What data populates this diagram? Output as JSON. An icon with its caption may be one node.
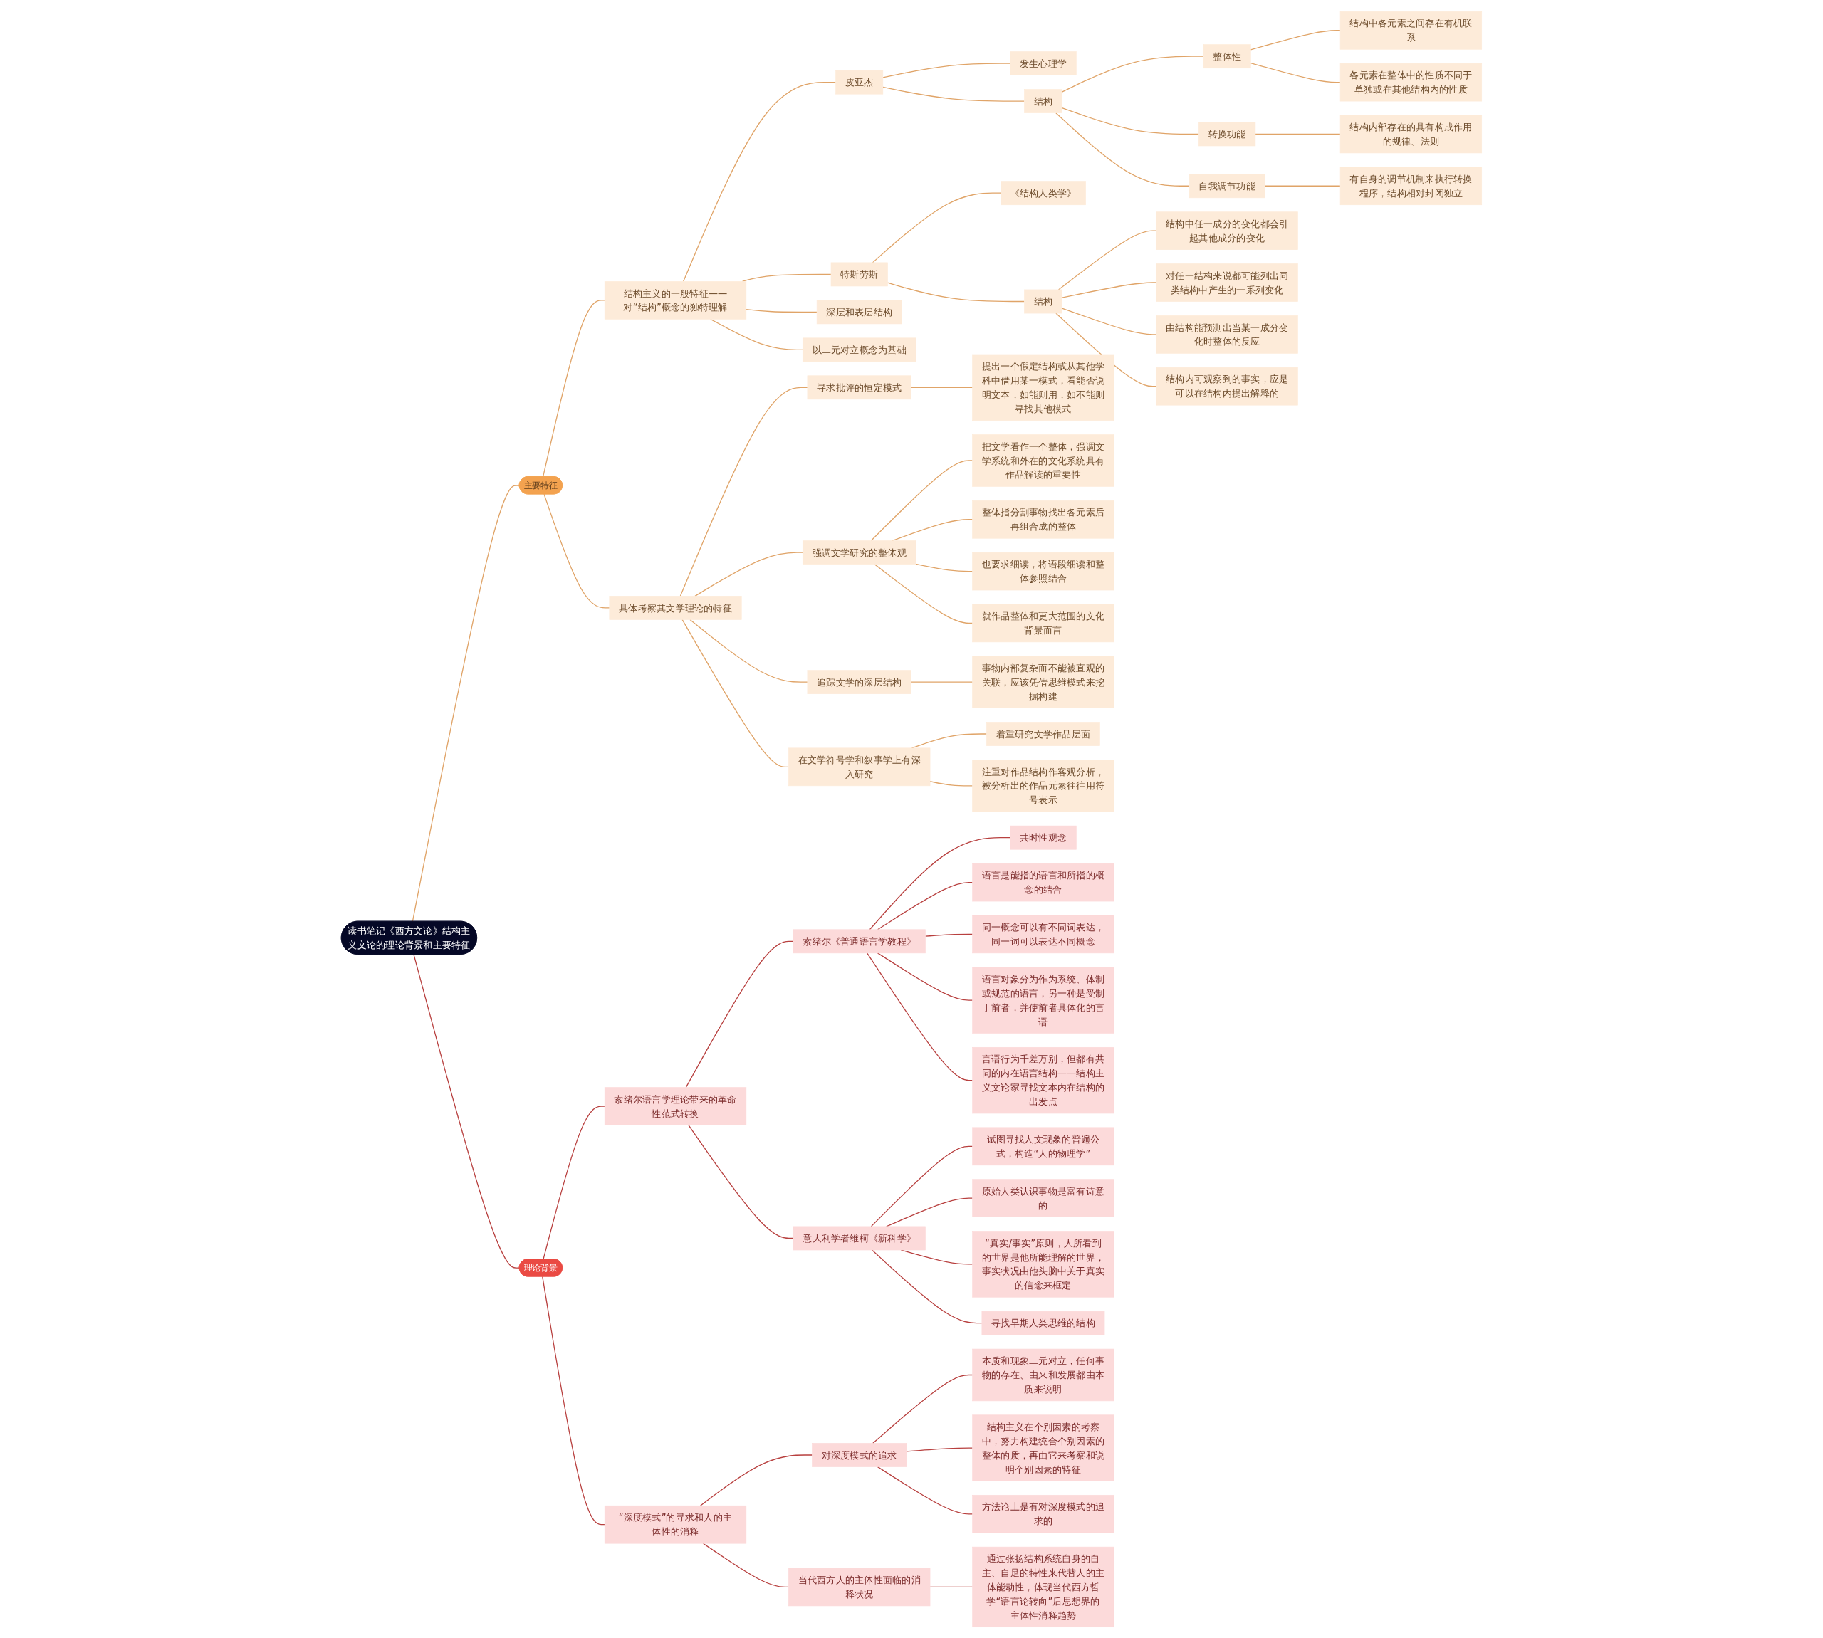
{
  "diagram": {
    "nodes": [
      {
        "text": [
          "读书笔记《西方文论》结构主义文论的理论背景和主要特征"
        ]
      },
      {
        "text": [
          "主要特征"
        ]
      },
      {
        "text": [
          "结构主义的一般特征——对“结构”概念的独特理解"
        ]
      },
      {
        "text": [
          "皮亚杰"
        ]
      },
      {
        "text": [
          "发生心理学"
        ]
      },
      {
        "text": [
          "结构"
        ]
      },
      {
        "text": [
          "整体性"
        ]
      },
      {
        "text": [
          "结构中各元素之间存在有机联系"
        ]
      },
      {
        "text": [
          "各元素在整体中的性质不同于单独或在其他结构内的性质"
        ]
      },
      {
        "text": [
          "转换功能"
        ]
      },
      {
        "text": [
          "结构内部存在的具有构成作用的规律、法则"
        ]
      },
      {
        "text": [
          "自我调节功能"
        ]
      },
      {
        "text": [
          "有自身的调节机制来执行转换程序，结构相对封闭独立"
        ]
      },
      {
        "text": [
          "特斯劳斯"
        ]
      },
      {
        "text": [
          "《结构人类学》"
        ]
      },
      {
        "text": [
          "结构"
        ]
      },
      {
        "text": [
          "结构中任一成分的变化都会引起其他成分的变化"
        ]
      },
      {
        "text": [
          "对任一结构来说都可能列出同类结构中产生的一系列变化"
        ]
      },
      {
        "text": [
          "由结构能预测出当某一成分变化时整体的反应"
        ]
      },
      {
        "text": [
          "结构内可观察到的事实，应是可以在结构内提出解释的"
        ]
      },
      {
        "text": [
          "深层和表层结构"
        ]
      },
      {
        "text": [
          "以二元对立概念为基础"
        ]
      },
      {
        "text": [
          "具体考察其文学理论的特征"
        ]
      },
      {
        "text": [
          "寻求批评的恒定模式"
        ]
      },
      {
        "text": [
          "提出一个假定结构或从其他学科中借用某一模式，看能否说明文本，如能则用，如不能则寻找其他模式"
        ]
      },
      {
        "text": [
          "强调文学研究的整体观"
        ]
      },
      {
        "text": [
          "把文学看作一个整体，强调文学系统和外在的文化系统具有作品解读的重要性"
        ]
      },
      {
        "text": [
          "整体指分割事物找出各元素后再组合成的整体"
        ]
      },
      {
        "text": [
          "也要求细读，将语段细读和整体参照结合"
        ]
      },
      {
        "text": [
          "就作品整体和更大范围的文化背景而言"
        ]
      },
      {
        "text": [
          "追踪文学的深层结构"
        ]
      },
      {
        "text": [
          "事物内部复杂而不能被直观的关联，应该凭借思维模式来挖掘构建"
        ]
      },
      {
        "text": [
          "在文学符号学和叙事学上有深入研究"
        ]
      },
      {
        "text": [
          "着重研究文学作品层面"
        ]
      },
      {
        "text": [
          "注重对作品结构作客观分析，被分析出的作品元素往往用符号表示"
        ]
      },
      {
        "text": [
          "理论背景"
        ]
      },
      {
        "text": [
          "索绪尔语言学理论带来的革命性范式转换"
        ]
      },
      {
        "text": [
          "索绪尔《普通语言学教程》"
        ]
      },
      {
        "text": [
          "共时性观念"
        ]
      },
      {
        "text": [
          "语言是能指的语言和所指的概念的结合"
        ]
      },
      {
        "text": [
          "同一概念可以有不同词表达，同一词可以表达不同概念"
        ]
      },
      {
        "text": [
          "语言对象分为作为系统、体制或规范的语言，另一种是受制于前者，并使前者具体化的言语"
        ]
      },
      {
        "text": [
          "言语行为千差万别，但都有共同的内在语言结构——结构主义文论家寻找文本内在结构的出发点"
        ]
      },
      {
        "text": [
          "意大利学者维柯《新科学》"
        ]
      },
      {
        "text": [
          "试图寻找人文现象的普遍公式，构造“人的物理学”"
        ]
      },
      {
        "text": [
          "原始人类认识事物是富有诗意的"
        ]
      },
      {
        "text": [
          "“真实/事实”原则，人所看到的世界是他所能理解的世界，事实状况由他头脑中关于真实的信念来框定"
        ]
      },
      {
        "text": [
          "寻找早期人类思维的结构"
        ]
      },
      {
        "text": [
          "“深度模式”的寻求和人的主体性的消释"
        ]
      },
      {
        "text": [
          "对深度模式的追求"
        ]
      },
      {
        "text": [
          "本质和现象二元对立，任何事物的存在、由来和发展都由本质来说明"
        ]
      },
      {
        "text": [
          "结构主义在个别因素的考察中，努力构建统合个别因素的整体的质，再由它来考察和说明个别因素的特征"
        ]
      },
      {
        "text": [
          "方法论上是有对深度模式的追求的"
        ]
      },
      {
        "text": [
          "当代西方人的主体性面临的消释状况"
        ]
      },
      {
        "text": [
          "通过张扬结构系统自身的自主、自足的特性来代替人的主体能动性，体现当代西方哲学“语言论转向”后思想界的主体性消释趋势"
        ]
      }
    ],
    "edges": [
      {
        "from": 0,
        "to": 1,
        "arrow": "none"
      },
      {
        "from": 1,
        "to": 2,
        "arrow": "none"
      },
      {
        "from": 2,
        "to": 3,
        "arrow": "none"
      },
      {
        "from": 3,
        "to": 4,
        "arrow": "none"
      },
      {
        "from": 3,
        "to": 5,
        "arrow": "none"
      },
      {
        "from": 5,
        "to": 6,
        "arrow": "none"
      },
      {
        "from": 6,
        "to": 7,
        "arrow": "none"
      },
      {
        "from": 6,
        "to": 8,
        "arrow": "none"
      },
      {
        "from": 5,
        "to": 9,
        "arrow": "none"
      },
      {
        "from": 9,
        "to": 10,
        "arrow": "none"
      },
      {
        "from": 5,
        "to": 11,
        "arrow": "none"
      },
      {
        "from": 11,
        "to": 12,
        "arrow": "none"
      },
      {
        "from": 2,
        "to": 13,
        "arrow": "none"
      },
      {
        "from": 13,
        "to": 14,
        "arrow": "none"
      },
      {
        "from": 13,
        "to": 15,
        "arrow": "none"
      },
      {
        "from": 15,
        "to": 16,
        "arrow": "none"
      },
      {
        "from": 15,
        "to": 17,
        "arrow": "none"
      },
      {
        "from": 15,
        "to": 18,
        "arrow": "none"
      },
      {
        "from": 15,
        "to": 19,
        "arrow": "none"
      },
      {
        "from": 2,
        "to": 20,
        "arrow": "none"
      },
      {
        "from": 2,
        "to": 21,
        "arrow": "none"
      },
      {
        "from": 1,
        "to": 22,
        "arrow": "none"
      },
      {
        "from": 22,
        "to": 23,
        "arrow": "none"
      },
      {
        "from": 23,
        "to": 24,
        "arrow": "none"
      },
      {
        "from": 22,
        "to": 25,
        "arrow": "none"
      },
      {
        "from": 25,
        "to": 26,
        "arrow": "none"
      },
      {
        "from": 25,
        "to": 27,
        "arrow": "none"
      },
      {
        "from": 25,
        "to": 28,
        "arrow": "none"
      },
      {
        "from": 25,
        "to": 29,
        "arrow": "none"
      },
      {
        "from": 22,
        "to": 30,
        "arrow": "none"
      },
      {
        "from": 30,
        "to": 31,
        "arrow": "none"
      },
      {
        "from": 22,
        "to": 32,
        "arrow": "none"
      },
      {
        "from": 32,
        "to": 33,
        "arrow": "none"
      },
      {
        "from": 32,
        "to": 34,
        "arrow": "none"
      },
      {
        "from": 0,
        "to": 35,
        "arrow": "none",
        "color": "#b8403f"
      },
      {
        "from": 35,
        "to": 36,
        "arrow": "none",
        "color": "#b8403f"
      },
      {
        "from": 36,
        "to": 37,
        "arrow": "none",
        "color": "#b8403f"
      },
      {
        "from": 37,
        "to": 38,
        "arrow": "none",
        "color": "#b8403f"
      },
      {
        "from": 37,
        "to": 39,
        "arrow": "none",
        "color": "#b8403f"
      },
      {
        "from": 37,
        "to": 40,
        "arrow": "none",
        "color": "#b8403f"
      },
      {
        "from": 37,
        "to": 41,
        "arrow": "none",
        "color": "#b8403f"
      },
      {
        "from": 37,
        "to": 42,
        "arrow": "none",
        "color": "#b8403f"
      },
      {
        "from": 36,
        "to": 43,
        "arrow": "none",
        "color": "#b8403f"
      },
      {
        "from": 43,
        "to": 44,
        "arrow": "none",
        "color": "#b8403f"
      },
      {
        "from": 43,
        "to": 45,
        "arrow": "none",
        "color": "#b8403f"
      },
      {
        "from": 43,
        "to": 46,
        "arrow": "none",
        "color": "#b8403f"
      },
      {
        "from": 43,
        "to": 47,
        "arrow": "none",
        "color": "#b8403f"
      },
      {
        "from": 35,
        "to": 48,
        "arrow": "none",
        "color": "#b8403f"
      },
      {
        "from": 48,
        "to": 49,
        "arrow": "none",
        "color": "#b8403f"
      },
      {
        "from": 49,
        "to": 50,
        "arrow": "none",
        "color": "#b8403f"
      },
      {
        "from": 49,
        "to": 51,
        "arrow": "none",
        "color": "#b8403f"
      },
      {
        "from": 49,
        "to": 52,
        "arrow": "none",
        "color": "#b8403f"
      },
      {
        "from": 48,
        "to": 53,
        "arrow": "none",
        "color": "#b8403f"
      },
      {
        "from": 53,
        "to": 54,
        "arrow": "none",
        "color": "#b8403f"
      }
    ]
  }
}
